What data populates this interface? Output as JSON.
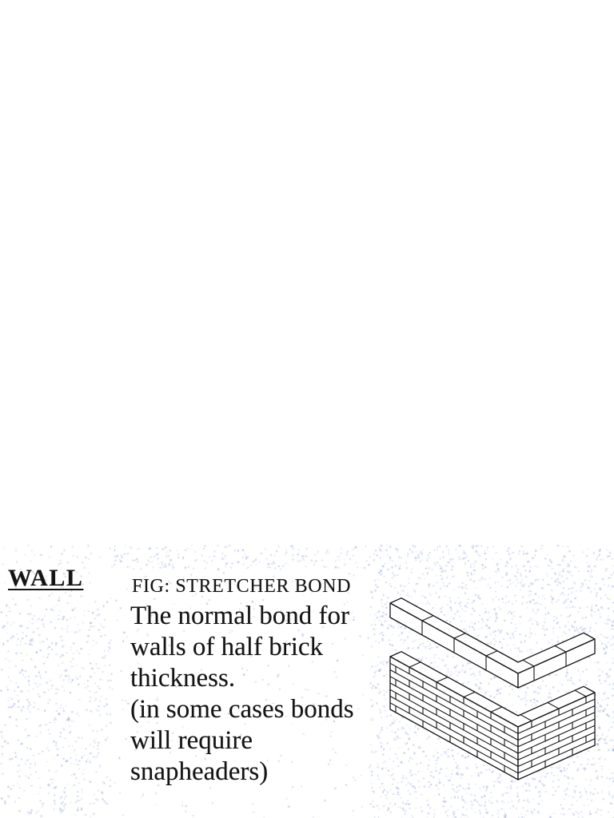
{
  "heading": "WALL",
  "figure_label": "FIG: STRETCHER BOND",
  "description_lines": [
    "The normal bond for",
    "walls of half brick",
    "thickness.",
    "(in some cases bonds",
    "will require",
    "snapheaders)"
  ],
  "colors": {
    "ink": "#141414",
    "scan_noise": "#96a5d7"
  }
}
